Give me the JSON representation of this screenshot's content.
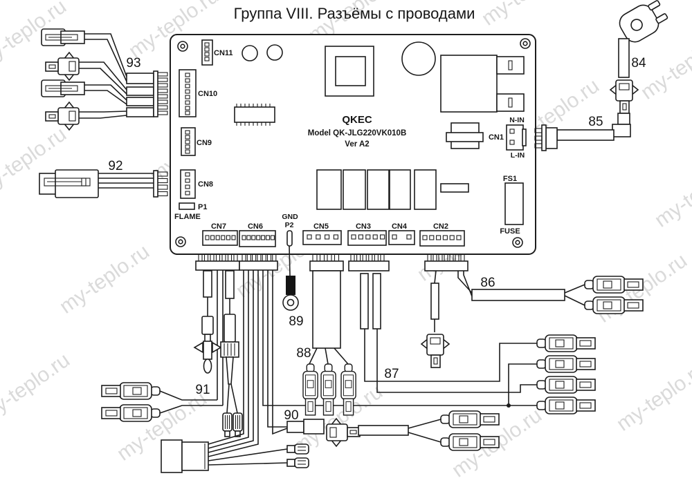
{
  "title": "Группа VIII. Разъёмы с проводами",
  "watermark": "my-teplo.ru",
  "board": {
    "brand": "QKEC",
    "model": "Model QK-JLG220VK010B",
    "version": "Ver A2",
    "connectors": {
      "cn1": "CN1",
      "cn2": "CN2",
      "cn3": "CN3",
      "cn4": "CN4",
      "cn5": "CN5",
      "cn6": "CN6",
      "cn7": "CN7",
      "cn8": "CN8",
      "cn9": "CN9",
      "cn10": "CN10",
      "cn11": "CN11"
    },
    "labels": {
      "n_in": "N-IN",
      "l_in": "L-IN",
      "fs1": "FS1",
      "fuse": "FUSE",
      "p1": "P1",
      "flame": "FLAME",
      "gnd": "GND",
      "p2": "P2"
    }
  },
  "parts": {
    "84": "84",
    "85": "85",
    "86": "86",
    "87": "87",
    "88": "88",
    "89": "89",
    "90": "90",
    "91": "91",
    "92": "92",
    "93": "93"
  }
}
